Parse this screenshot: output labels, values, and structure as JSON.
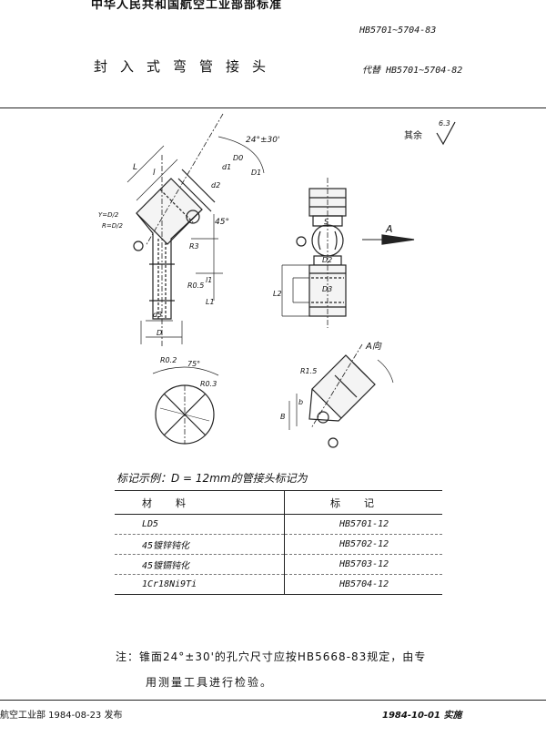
{
  "header": {
    "authority": "中华人民共和国航空工业部部标准",
    "standard_number": "HB5701~5704-83",
    "title": "封入式弯管接头",
    "replaces": "代替 HB5701~5704-82"
  },
  "surface_finish": {
    "label": "其余",
    "value": "6.3"
  },
  "drawing_labels": {
    "angle_cone": "24°±30'",
    "view_a": "A",
    "view_a_dir": "A向",
    "dims": [
      "L",
      "l",
      "l1",
      "D0",
      "d1",
      "d2",
      "d3",
      "D",
      "D1",
      "D2",
      "D3",
      "S",
      "R3",
      "R0.5",
      "R0.2",
      "R0.3",
      "R1.5",
      "45°",
      "75°",
      "L1",
      "L2",
      "b",
      "B",
      "Y=D/2",
      "R=D/2"
    ]
  },
  "marking_example": {
    "caption": "标记示例：D = 12mm的管接头标记为",
    "columns": [
      "材料",
      "标记"
    ],
    "rows": [
      {
        "material": "LD5",
        "mark": "HB5701-12"
      },
      {
        "material": "45镀锌钝化",
        "mark": "HB5702-12"
      },
      {
        "material": "45镀镉钝化",
        "mark": "HB5703-12"
      },
      {
        "material": "1Cr18Ni9Ti",
        "mark": "HB5704-12"
      }
    ]
  },
  "note": {
    "line1": "注：锥面24°±30'的孔穴尺寸应按HB5668-83规定，由专",
    "line2": "用测量工具进行检验。"
  },
  "footer": {
    "issued": "航空工业部 1984-08-23 发布",
    "effective": "1984-10-01 实施"
  }
}
